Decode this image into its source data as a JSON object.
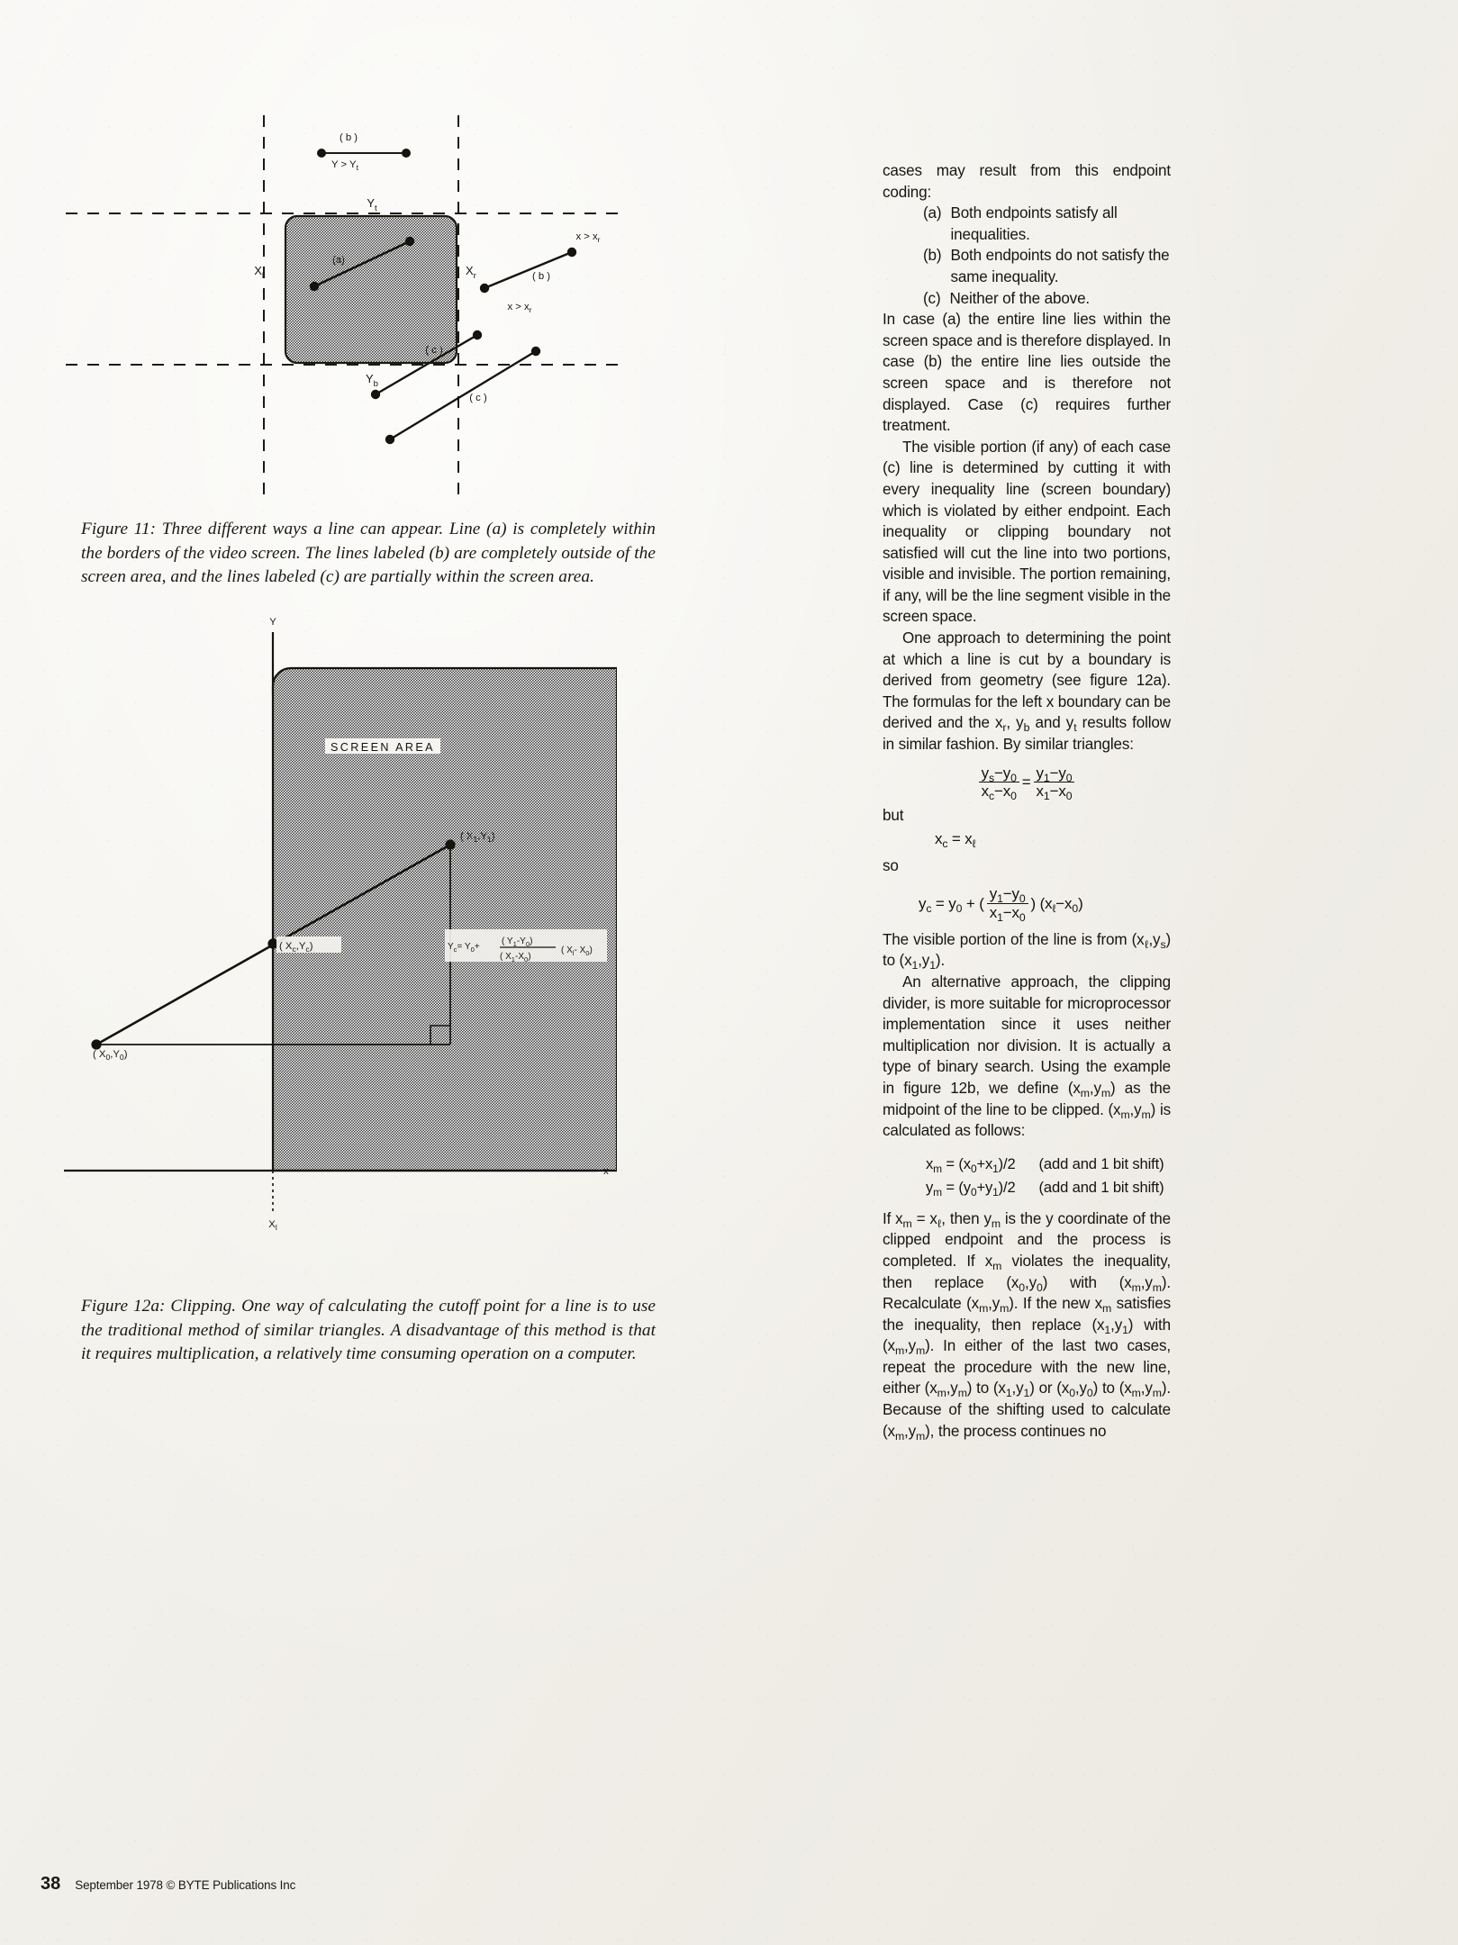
{
  "page": {
    "number": "38",
    "credit": "September 1978 © BYTE Publications Inc"
  },
  "figure11": {
    "labels": {
      "line_b_top": "( b )",
      "ineq_b_top": "Y > Y",
      "ineq_b_top_sub": "t",
      "y_top": "Y",
      "y_top_sub": "t",
      "x_left": "X",
      "x_left_sub": "l",
      "x_right": "X",
      "x_right_sub": "r",
      "y_bottom": "Y",
      "y_bottom_sub": "b",
      "line_a": "(a)",
      "line_b_right_upper_ineq": "x > x",
      "line_b_right_upper_ineq_sub": "r",
      "line_b_right": "( b )",
      "line_b_right_lower_ineq": "x > x",
      "line_b_right_lower_ineq_sub": "r",
      "line_c_inside": "( c )",
      "line_c_outside": "( c )"
    }
  },
  "figure12": {
    "labels": {
      "axis_y": "Y",
      "axis_x": "x",
      "screen_area": "SCREEN AREA",
      "pt_x1y1": "( X",
      "pt_x1y1_sub1": "1",
      "pt_x1y1_mid": ",Y",
      "pt_x1y1_sub2": "1",
      "pt_x1y1_end": ")",
      "pt_xcyc": "( X",
      "pt_xcyc_sub1": "c",
      "pt_xcyc_mid": ",Y",
      "pt_xcyc_sub2": "c",
      "pt_xcyc_end": ")",
      "pt_x0y0": "( X",
      "pt_x0y0_sub1": "0",
      "pt_x0y0_mid": ",Y",
      "pt_x0y0_sub2": "0",
      "pt_x0y0_end": ")",
      "xl_tick": "X",
      "xl_tick_sub": "l",
      "formula_lead": "Y",
      "formula_lead_sub": "c",
      "formula_eq": "= Y",
      "formula_eq_sub": "0",
      "formula_plus": "+",
      "formula_num": "( Y",
      "formula_num_sub1": "1",
      "formula_num_mid": "-Y",
      "formula_num_sub2": "0",
      "formula_num_end": ")",
      "formula_den": "( X",
      "formula_den_sub1": "1",
      "formula_den_mid": "-X",
      "formula_den_sub2": "0",
      "formula_den_end": ")",
      "formula_tail": "( X",
      "formula_tail_sub1": "l",
      "formula_tail_mid": "- X",
      "formula_tail_sub2": "0",
      "formula_tail_end": ")"
    }
  },
  "captions": {
    "fig11": "Figure 11: Three different ways a line can appear. Line (a) is completely within the borders of the video screen. The lines labeled (b) are completely outside of the screen area, and the lines labeled (c) are partially within the screen area.",
    "fig12a": "Figure 12a: Clipping. One way of calculating the cutoff point for a line is to use the traditional method of similar triangles. A disadvantage of this method is that it requires multiplication, a relatively time consuming operation on a computer."
  },
  "right_column": {
    "intro": "cases may result from this endpoint coding:",
    "cases": [
      {
        "marker": "(a)",
        "text": "Both endpoints satisfy all inequalities."
      },
      {
        "marker": "(b)",
        "text": "Both endpoints do not satisfy the same inequality."
      },
      {
        "marker": "(c)",
        "text": "Neither of the above."
      }
    ],
    "para1": "In case (a) the entire line lies within the screen space and is therefore displayed. In case (b) the entire line lies outside the screen space and is therefore not displayed. Case (c) requires further treatment.",
    "para2": "The visible portion (if any) of each case (c) line is determined by cutting it with every inequality line (screen boundary) which is violated by either endpoint. Each inequality or clipping boundary not satisfied will cut the line into two portions, visible and invisible. The portion remaining, if any, will be the line segment visible in the screen space.",
    "para3_a": "One approach to determining the point at which a line is cut by a boundary is derived from geometry (see figure 12a). The formulas for the left x boundary can be derived and the x",
    "para3_sub1": "r",
    "para3_b": ", y",
    "para3_sub2": "b",
    "para3_c": " and y",
    "para3_sub3": "t",
    "para3_d": " results follow in similar fashion. By similar triangles:",
    "equations": {
      "eq1": {
        "lhs_num_a": "y",
        "lhs_num_sub_a": "s",
        "lhs_num_b": "−y",
        "lhs_num_sub_b": "0",
        "lhs_den_a": "x",
        "lhs_den_sub_a": "c",
        "lhs_den_b": "−x",
        "lhs_den_sub_b": "0",
        "equals": "=",
        "rhs_num_a": "y",
        "rhs_num_sub_a": "1",
        "rhs_num_b": "−y",
        "rhs_num_sub_b": "0",
        "rhs_den_a": "x",
        "rhs_den_sub_a": "1",
        "rhs_den_b": "−x",
        "rhs_den_sub_b": "0"
      },
      "but": "but",
      "eq2_a": "x",
      "eq2_sub_a": "c",
      "eq2_b": " = x",
      "eq2_sub_b": "ℓ",
      "so": "so",
      "eq3": {
        "lhs_a": "y",
        "lhs_sub_a": "c",
        "lhs_b": " = y",
        "lhs_sub_b": "0",
        "lhs_c": " + (",
        "num_a": "y",
        "num_sub_a": "1",
        "num_b": "−y",
        "num_sub_b": "0",
        "den_a": "x",
        "den_sub_a": "1",
        "den_b": "−x",
        "den_sub_b": "0",
        "tail_a": ")",
        "tail_b": "  (x",
        "tail_sub_a": "ℓ",
        "tail_c": "−x",
        "tail_sub_b": "0",
        "tail_d": ")"
      }
    },
    "para4_a": "The visible portion of the line is from (x",
    "para4_sub1": "ℓ",
    "para4_b": ",y",
    "para4_sub2": "s",
    "para4_c": ") to (x",
    "para4_sub3": "1",
    "para4_d": ",y",
    "para4_sub4": "1",
    "para4_e": ").",
    "para5_a": "An alternative approach, the clipping divider, is more suitable for microprocessor implementation since it uses neither multiplication nor division. It is actually a type of binary search. Using the example in figure 12b, we define (x",
    "para5_sub1": "m",
    "para5_b": ",y",
    "para5_sub2": "m",
    "para5_c": ") as the midpoint of the line to be clipped. (x",
    "para5_sub3": "m",
    "para5_d": ",y",
    "para5_sub4": "m",
    "para5_e": ") is calculated as follows:",
    "midpoint_equations": [
      {
        "lhs": "x",
        "lhs_sub": "m",
        "eq": " = (x",
        "a_sub": "0",
        "plus": "+x",
        "b_sub": "1",
        "tail": ")/2",
        "note": "(add and 1 bit shift)"
      },
      {
        "lhs": "y",
        "lhs_sub": "m",
        "eq": " = (y",
        "a_sub": "0",
        "plus": "+y",
        "b_sub": "1",
        "tail": ")/2",
        "note": "(add and 1 bit shift)"
      }
    ],
    "para6_a": "If x",
    "para6_sub1": "m",
    "para6_b": " = x",
    "para6_sub2": "ℓ",
    "para6_c": ", then y",
    "para6_sub3": "m",
    "para6_d": " is the y coordinate of the clipped endpoint and the process is completed. If x",
    "para6_sub4": "m",
    "para6_e": " violates the inequality, then replace (x",
    "para6_sub5": "0",
    "para6_f": ",y",
    "para6_sub6": "0",
    "para6_g": ") with (x",
    "para6_sub7": "m",
    "para6_h": ",y",
    "para6_sub8": "m",
    "para6_i": "). Recalculate (x",
    "para6_sub9": "m",
    "para6_j": ",y",
    "para6_sub10": "m",
    "para6_k": "). If the new x",
    "para6_sub11": "m",
    "para6_l": " satisfies the inequality, then replace (x",
    "para6_sub12": "1",
    "para6_m": ",y",
    "para6_sub13": "1",
    "para6_n": ") with (x",
    "para6_sub14": "m",
    "para6_o": ",y",
    "para6_sub15": "m",
    "para6_p": "). In either of the last two cases, repeat the procedure with the new line, either (x",
    "para6_sub16": "m",
    "para6_q": ",y",
    "para6_sub17": "m",
    "para6_r": ") to (x",
    "para6_sub18": "1",
    "para6_s": ",y",
    "para6_sub19": "1",
    "para6_t": ") or (x",
    "para6_sub20": "0",
    "para6_u": ",y",
    "para6_sub21": "0",
    "para6_v": ") to (x",
    "para6_sub22": "m",
    "para6_w": ",y",
    "para6_sub23": "m",
    "para6_x": "). Because of the shifting used to calculate (x",
    "para6_sub24": "m",
    "para6_y": ",y",
    "para6_sub25": "m",
    "para6_z": "), the process continues no"
  }
}
